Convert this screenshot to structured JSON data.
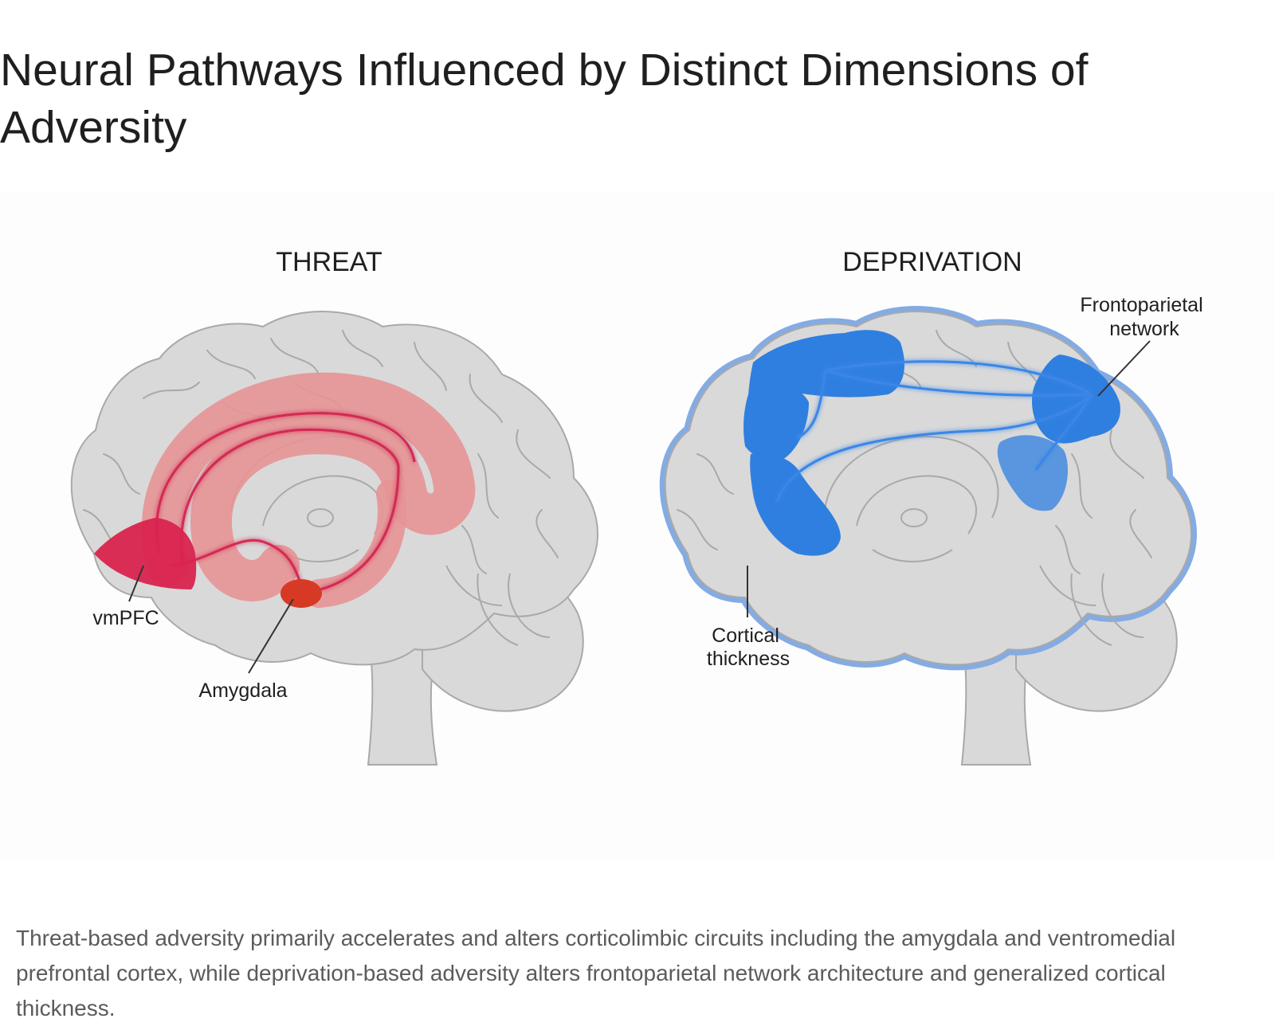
{
  "title": "Neural Pathways Influenced by Distinct Dimensions of Adversity",
  "panels": {
    "threat": {
      "heading": "THREAT",
      "labels": {
        "vmpfc": "vmPFC",
        "amygdala": "Amygdala"
      }
    },
    "deprivation": {
      "heading": "DEPRIVATION",
      "labels": {
        "frontoparietal_1": "Frontoparietal",
        "frontoparietal_2": "network",
        "cortical_1": "Cortical",
        "cortical_2": "thickness"
      }
    }
  },
  "caption": "Threat-based adversity primarily accelerates and alters corticolimbic circuits including the amygdala and ventromedial prefrontal cortex, while deprivation-based adversity alters frontoparietal network architecture and generalized cortical thickness.",
  "colors": {
    "brain_fill": "#d9d9d9",
    "brain_outline": "#a9a9a9",
    "threat_pathway": "#e59395",
    "threat_vmpfc": "#d9244f",
    "threat_amygdala": "#d63a25",
    "deprivation_region": "#2f7fe0",
    "deprivation_outline": "#84abe3"
  }
}
